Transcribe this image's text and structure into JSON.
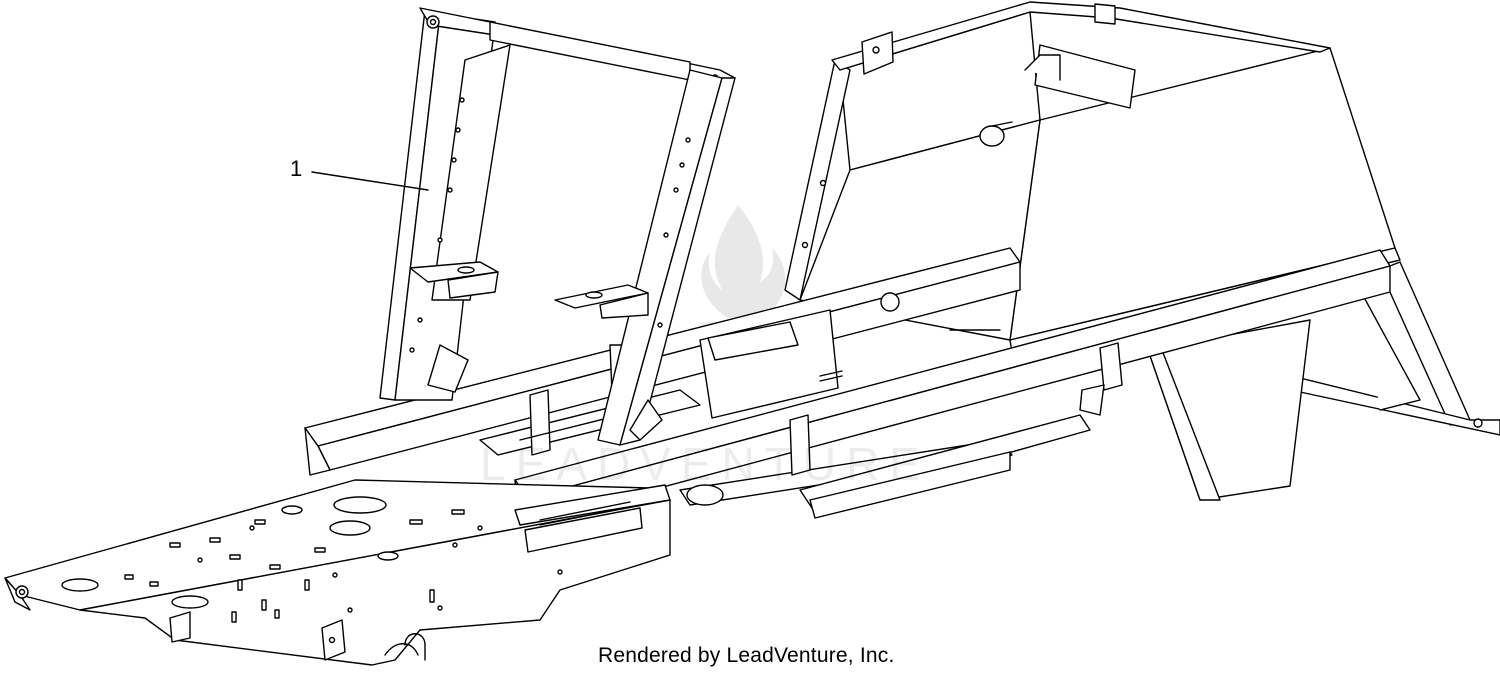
{
  "diagram": {
    "part_callout": "1",
    "credit": "Rendered by LeadVenture, Inc.",
    "watermark": "LEADVENTURE",
    "colors": {
      "line": "#000000",
      "fill": "#ffffff",
      "watermark": "#e6e6e6"
    }
  }
}
